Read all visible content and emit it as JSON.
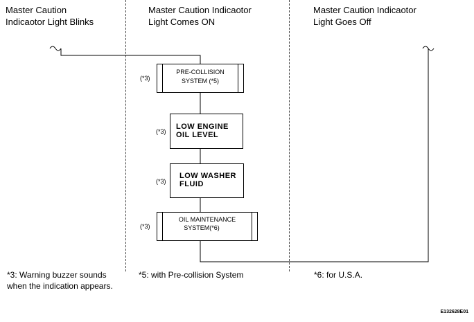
{
  "columns": [
    {
      "title_line1": "Master Caution",
      "title_line2": "Indicaotor Light Blinks"
    },
    {
      "title_line1": "Master Caution Indicaotor",
      "title_line2": "Light Comes ON"
    },
    {
      "title_line1": "Master Caution Indicaotor",
      "title_line2": "Light Goes Off"
    }
  ],
  "boxes": [
    {
      "line1": "PRE-COLLISION",
      "line2": "SYSTEM (*5)",
      "tag": "(*3)"
    },
    {
      "line1": "LOW ENGINE",
      "line2": "OIL LEVEL",
      "tag": "(*3)"
    },
    {
      "line1": "LOW WASHER",
      "line2": "FLUID",
      "tag": "(*3)"
    },
    {
      "line1": "OIL MAINTENANCE",
      "line2": "SYSTEM(*6)",
      "tag": "(*3)"
    }
  ],
  "footnotes": {
    "note3_line1": "*3: Warning buzzer sounds",
    "note3_line2": "when the indication appears.",
    "note5": "*5: with Pre-collision System",
    "note6": "*6: for U.S.A."
  },
  "figure_code": "E132628E01"
}
